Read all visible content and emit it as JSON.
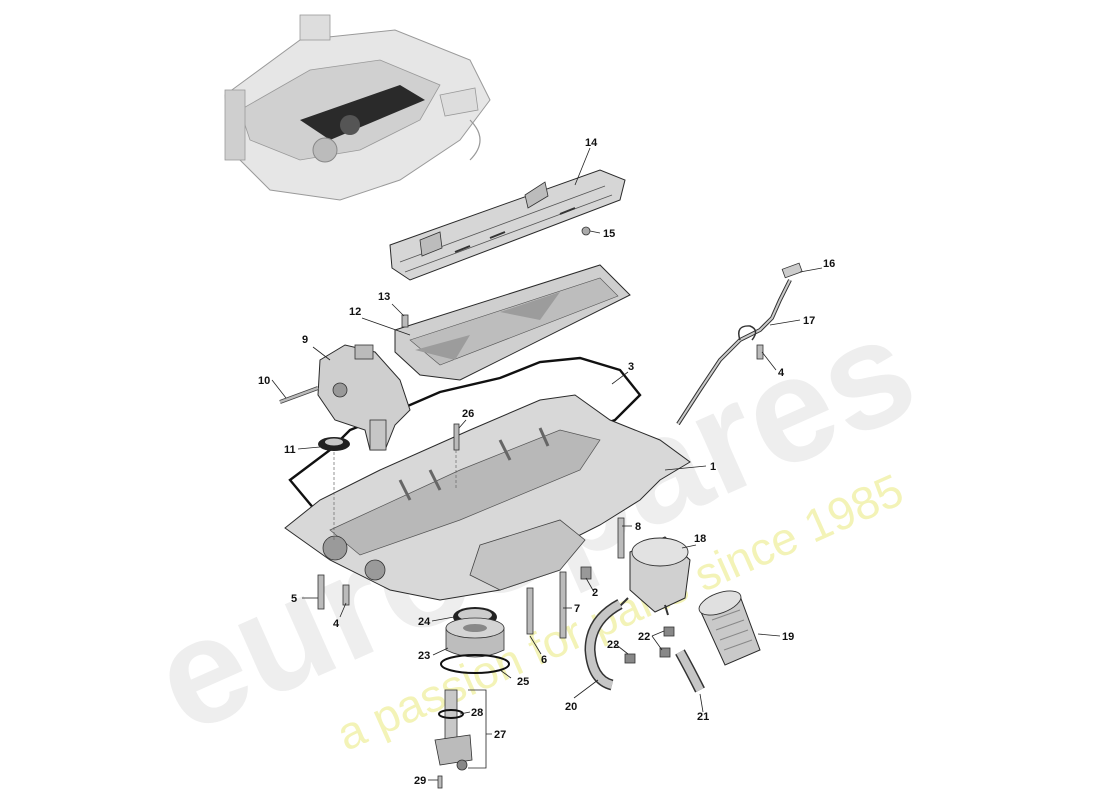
{
  "watermark": {
    "brand": "eurospares",
    "tagline": "a passion for parts since 1985"
  },
  "callouts": {
    "c1": "1",
    "c2": "2",
    "c3": "3",
    "c4a": "4",
    "c4b": "4",
    "c5": "5",
    "c6": "6",
    "c7": "7",
    "c8": "8",
    "c9": "9",
    "c10": "10",
    "c11": "11",
    "c12": "12",
    "c13": "13",
    "c14": "14",
    "c15": "15",
    "c16": "16",
    "c17": "17",
    "c18": "18",
    "c19": "19",
    "c20": "20",
    "c21": "21",
    "c22a": "22",
    "c22b": "22",
    "c23": "23",
    "c24": "24",
    "c25": "25",
    "c26": "26",
    "c27": "27",
    "c28": "28",
    "c29": "29"
  },
  "colors": {
    "part_fill": "#d9d9d9",
    "part_dark": "#8a8a8a",
    "part_line": "#2a2a2a",
    "gasket": "#111111",
    "watermark_gray": "#e4e4e4",
    "watermark_yellow": "#f1f1b8"
  }
}
